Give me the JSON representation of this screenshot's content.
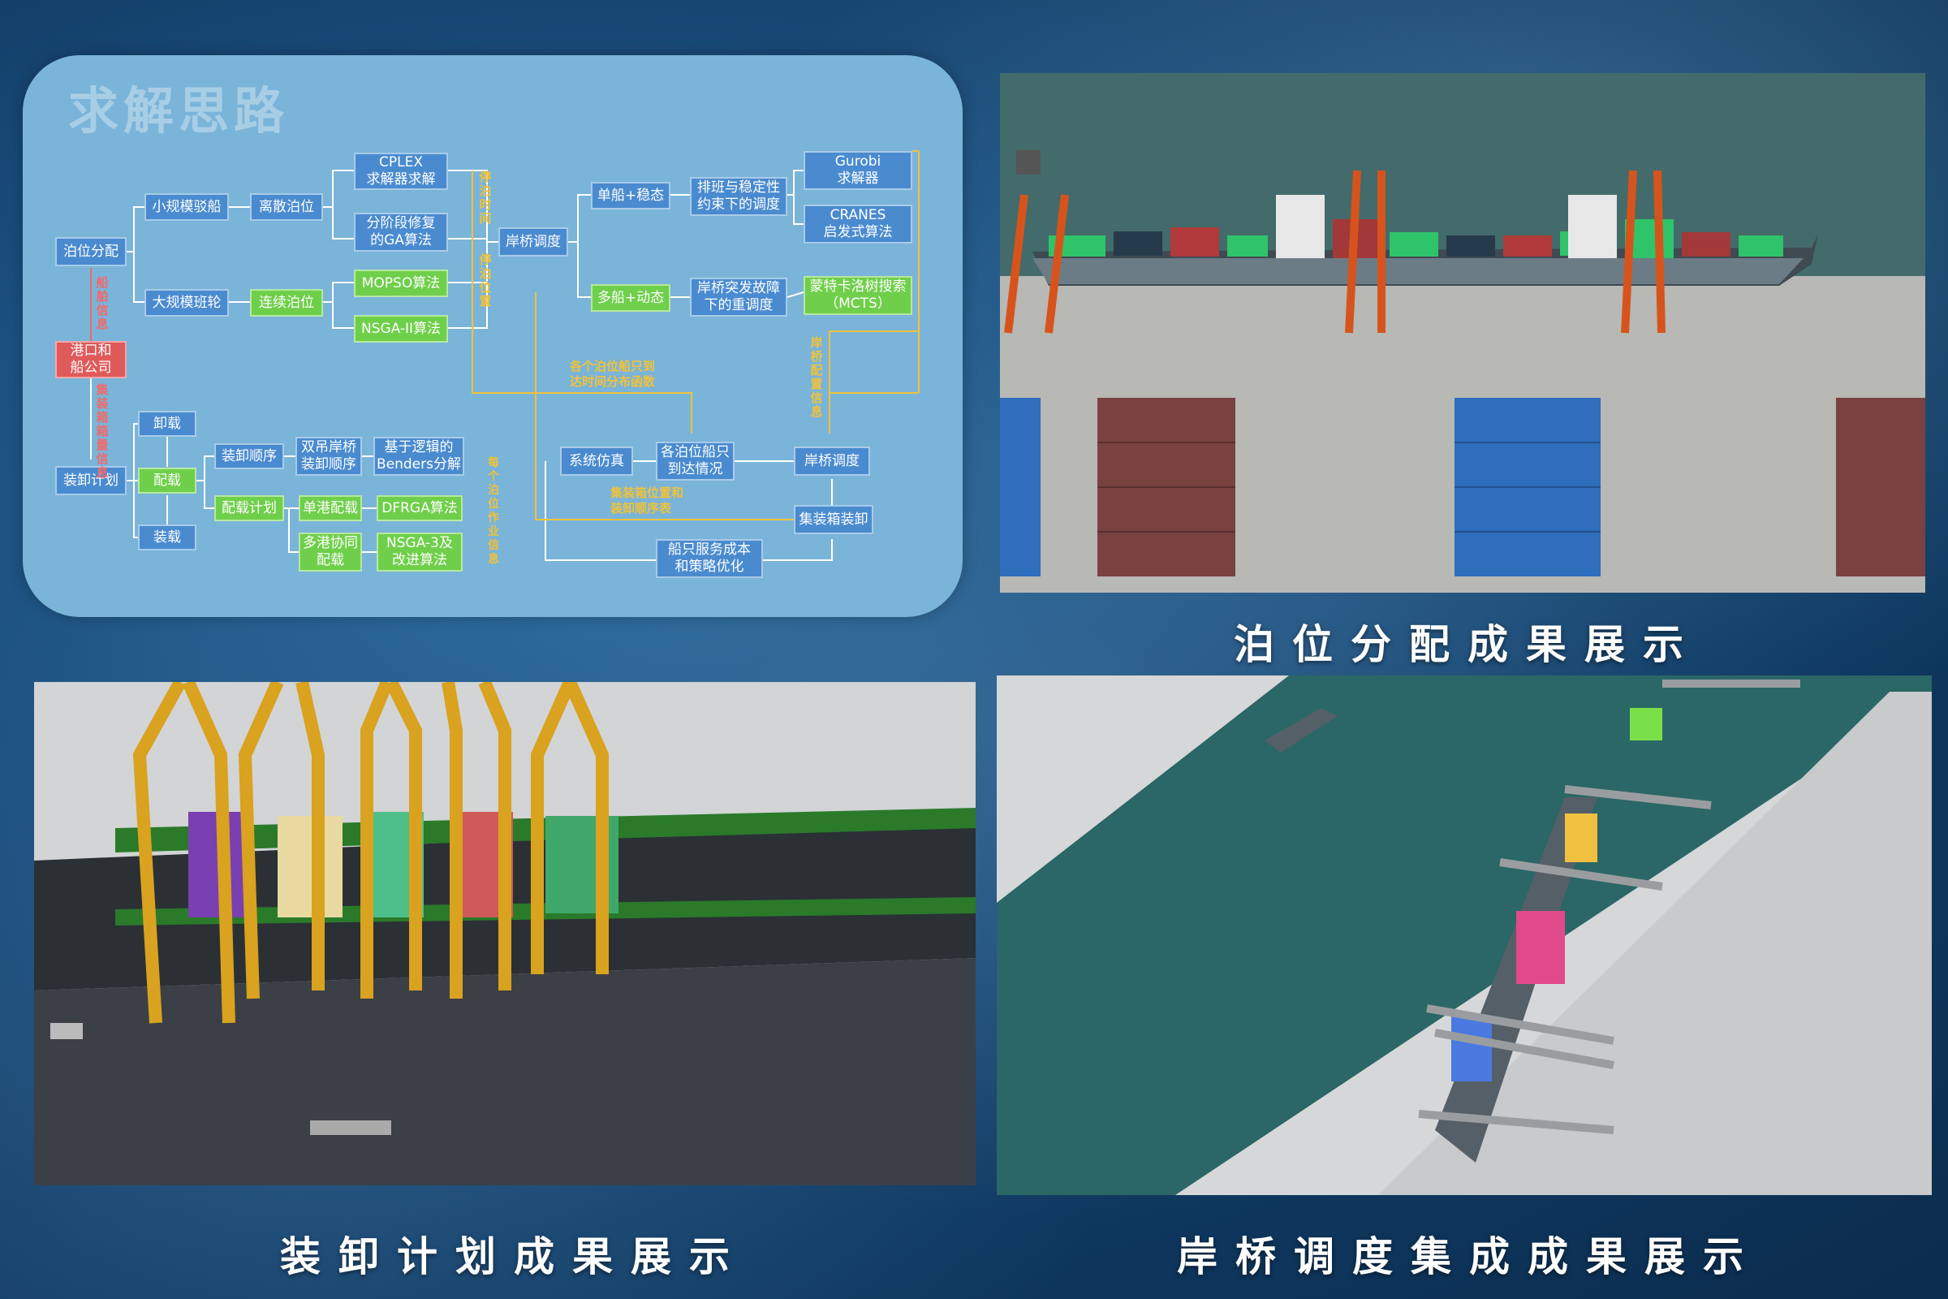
{
  "flowchart": {
    "title": "求解思路",
    "nodes": {
      "berth_alloc": "泊位分配",
      "small_feeder": "小规模驳船",
      "discrete_berth": "离散泊位",
      "cplex": "CPLEX\n求解器求解",
      "ga": "分阶段修复\n的GA算法",
      "large_liner": "大规模班轮",
      "continuous_berth": "连续泊位",
      "mopso": "MOPSO算法",
      "nsga2": "NSGA-II算法",
      "port_company": "港口和\n船公司",
      "loading_plan": "装卸计划",
      "unload": "卸载",
      "stowage": "配载",
      "load": "装载",
      "handling_order": "装卸顺序",
      "double_crane": "双吊岸桥\n装卸顺序",
      "benders": "基于逻辑的\nBenders分解",
      "stowage_plan": "配载计划",
      "single_port": "单港配载",
      "dfrga": "DFRGA算法",
      "multi_port": "多港协同\n配载",
      "nsga3": "NSGA-3及\n改进算法",
      "crane_sched_top": "岸桥调度",
      "single_static": "单船+稳态",
      "multi_dynamic": "多船+动态",
      "shift_stability": "排班与稳定性\n约束下的调度",
      "fault_resched": "岸桥突发故障\n下的重调度",
      "gurobi": "Gurobi\n求解器",
      "cranes": "CRANES\n启发式算法",
      "mcts": "蒙特卡洛树搜索\n（MCTS）",
      "sim": "系统仿真",
      "arrival": "各泊位船只\n到达情况",
      "crane_sched_bottom": "岸桥调度",
      "container_handling": "集装箱装卸",
      "cost_opt": "船只服务成本\n和策略优化"
    },
    "labels": {
      "berth_time": "停\n泊\n时\n间",
      "berth_pos": "停\n泊\n位\n置",
      "ship_info": "船\n舶\n信\n息",
      "container_info": "集\n装\n箱\n箱\n量\n信\n息",
      "crane_quota": "岸\n桥\n配\n置\n信\n息",
      "per_berth_work": "每\n个\n泊\n位\n作\n业\n信\n息",
      "arrival_dist": "各个泊位船只到\n达时间分布函数",
      "slot_order": "集装箱位置和\n装卸顺序表"
    }
  },
  "captions": {
    "berth": "泊位分配成果展示",
    "loading": "装卸计划成果展示",
    "crane": "岸桥调度集成成果展示"
  },
  "colors": {
    "panel": "#7ab4d9",
    "node_blue": "#4a8bd0",
    "node_green": "#6fcf4a",
    "node_red": "#e05a5a",
    "label_yellow": "#f0c23a"
  }
}
